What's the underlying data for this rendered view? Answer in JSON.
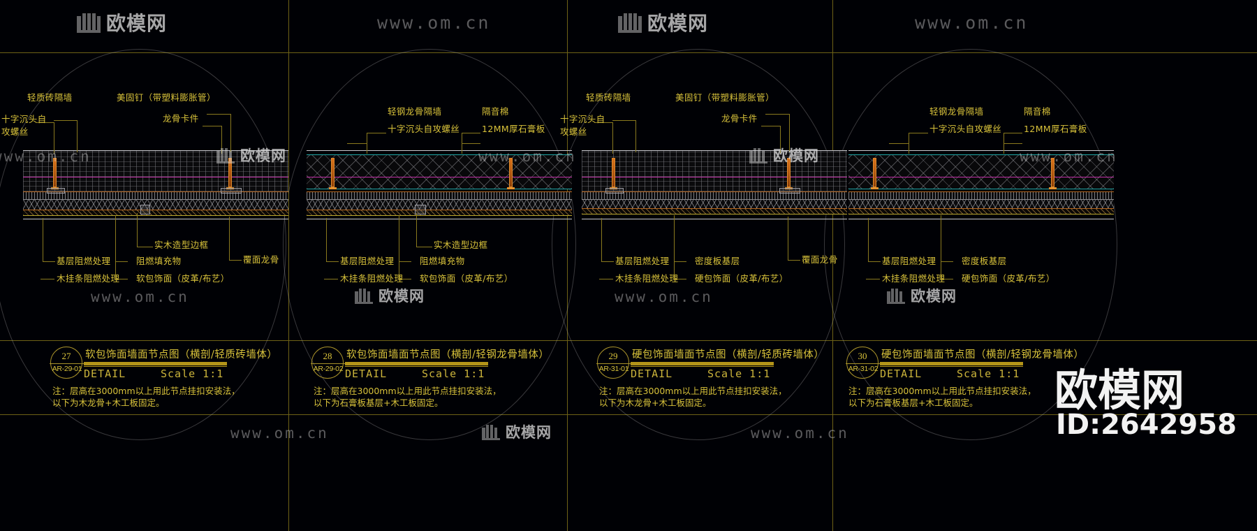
{
  "document": {
    "type": "cad-drawing",
    "background_color": "#000105",
    "line_color": "#d8c23a",
    "frame_color": "#6e6216"
  },
  "watermark": {
    "site_text": "www.om.cn",
    "brand_text": "欧模网",
    "big_brand": "欧模网",
    "id_text": "ID:2642958",
    "logo_icon": "couch-logo-icon"
  },
  "panels": [
    {
      "id": "panel-1",
      "top_labels": [
        {
          "text": "轻质砖隔墙"
        },
        {
          "text": "美固钉（带塑料膨胀管）"
        },
        {
          "text": "十字沉头自"
        },
        {
          "text": "攻螺丝"
        },
        {
          "text": "龙骨卡件"
        }
      ],
      "bottom_labels": [
        {
          "text": "实木造型边框"
        },
        {
          "text": "基层阻燃处理"
        },
        {
          "text": "阻燃填充物"
        },
        {
          "text": "覆面龙骨"
        },
        {
          "text": "木挂条阻燃处理"
        },
        {
          "text": "软包饰面（皮革/布艺）"
        }
      ],
      "titleblock": {
        "number": "27",
        "code": "AR-29-01",
        "title": "软包饰面墙面节点图（横剖/轻质砖墙体）",
        "detail_label": "DETAIL",
        "scale_label": "Scale 1:1",
        "note_line1": "注：层高在3000mm以上用此节点挂扣安装法，",
        "note_line2": "以下为木龙骨+木工板固定。"
      }
    },
    {
      "id": "panel-2",
      "top_labels": [
        {
          "text": "轻钢龙骨隔墙"
        },
        {
          "text": "隔音棉"
        },
        {
          "text": "十字沉头自攻螺丝"
        },
        {
          "text": "12MM厚石膏板"
        }
      ],
      "bottom_labels": [
        {
          "text": "实木造型边框"
        },
        {
          "text": "基层阻燃处理"
        },
        {
          "text": "阻燃填充物"
        },
        {
          "text": "木挂条阻燃处理"
        },
        {
          "text": "软包饰面（皮革/布艺）"
        }
      ],
      "titleblock": {
        "number": "28",
        "code": "AR-29-02",
        "title": "软包饰面墙面节点图（横剖/轻钢龙骨墙体）",
        "detail_label": "DETAIL",
        "scale_label": "Scale 1:1",
        "note_line1": "注：层高在3000mm以上用此节点挂扣安装法，",
        "note_line2": "以下为石膏板基层+木工板固定。"
      }
    },
    {
      "id": "panel-3",
      "top_labels": [
        {
          "text": "轻质砖隔墙"
        },
        {
          "text": "美固钉（带塑料膨胀管）"
        },
        {
          "text": "十字沉头自"
        },
        {
          "text": "攻螺丝"
        },
        {
          "text": "龙骨卡件"
        }
      ],
      "bottom_labels": [
        {
          "text": "基层阻燃处理"
        },
        {
          "text": "密度板基层"
        },
        {
          "text": "覆面龙骨"
        },
        {
          "text": "木挂条阻燃处理"
        },
        {
          "text": "硬包饰面（皮革/布艺）"
        }
      ],
      "titleblock": {
        "number": "29",
        "code": "AR-31-01",
        "title": "硬包饰面墙面节点图（横剖/轻质砖墙体）",
        "detail_label": "DETAIL",
        "scale_label": "Scale 1:1",
        "note_line1": "注：层高在3000mm以上用此节点挂扣安装法，",
        "note_line2": "以下为木龙骨+木工板固定。"
      }
    },
    {
      "id": "panel-4",
      "top_labels": [
        {
          "text": "轻钢龙骨隔墙"
        },
        {
          "text": "隔音棉"
        },
        {
          "text": "十字沉头自攻螺丝"
        },
        {
          "text": "12MM厚石膏板"
        }
      ],
      "bottom_labels": [
        {
          "text": "基层阻燃处理"
        },
        {
          "text": "密度板基层"
        },
        {
          "text": "木挂条阻燃处理"
        },
        {
          "text": "硬包饰面（皮革/布艺）"
        }
      ],
      "titleblock": {
        "number": "30",
        "code": "AR-31-02",
        "title": "硬包饰面墙面节点图（横剖/轻钢龙骨墙体）",
        "detail_label": "DETAIL",
        "scale_label": "Scale 1:1",
        "note_line1": "注：层高在3000mm以上用此节点挂扣安装法，",
        "note_line2": "以下为石膏板基层+木工板固定。"
      }
    }
  ]
}
